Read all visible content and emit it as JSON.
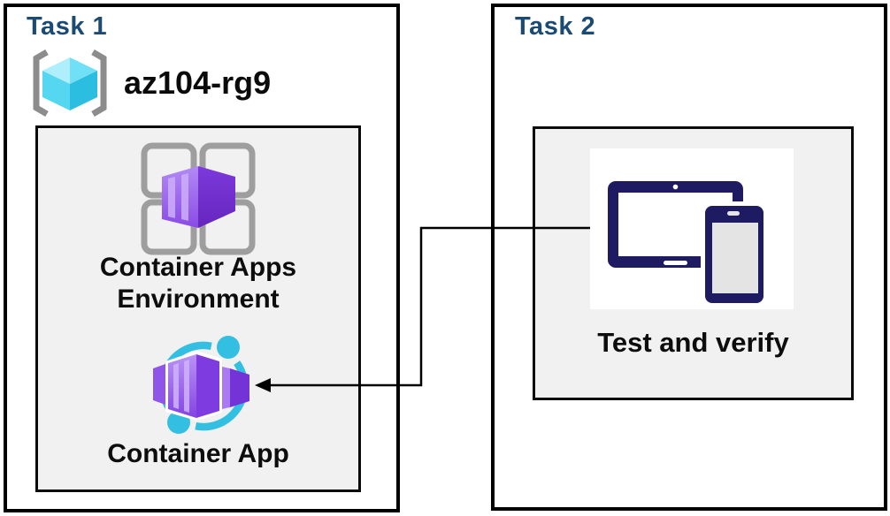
{
  "diagram": {
    "task1": {
      "title": "Task 1",
      "resource_group": {
        "icon": "resource-group-icon",
        "name": "az104-rg9"
      },
      "environment": {
        "icon": "container-apps-environment-icon",
        "label": "Container Apps Environment",
        "label_lines": [
          "Container Apps",
          "Environment"
        ]
      },
      "app": {
        "icon": "container-app-icon",
        "label": "Container App"
      }
    },
    "task2": {
      "title": "Task 2",
      "test": {
        "icon": "devices-icon",
        "label": "Test and verify"
      }
    },
    "connector": {
      "from": "test-and-verify card",
      "to": "container-app-icon",
      "style": "elbow",
      "arrow_direction": "left"
    },
    "colors": {
      "task_title": "#1B4A73",
      "panel_fill": "#F1F1F1",
      "border": "#000000",
      "device_navy": "#1E1B63",
      "cyan": "#33BFE1",
      "purple_light": "#B993F6",
      "purple_dark": "#6B2AC8",
      "bracket_gray": "#8C8C8C",
      "grid_gray": "#9E9E9E"
    }
  }
}
